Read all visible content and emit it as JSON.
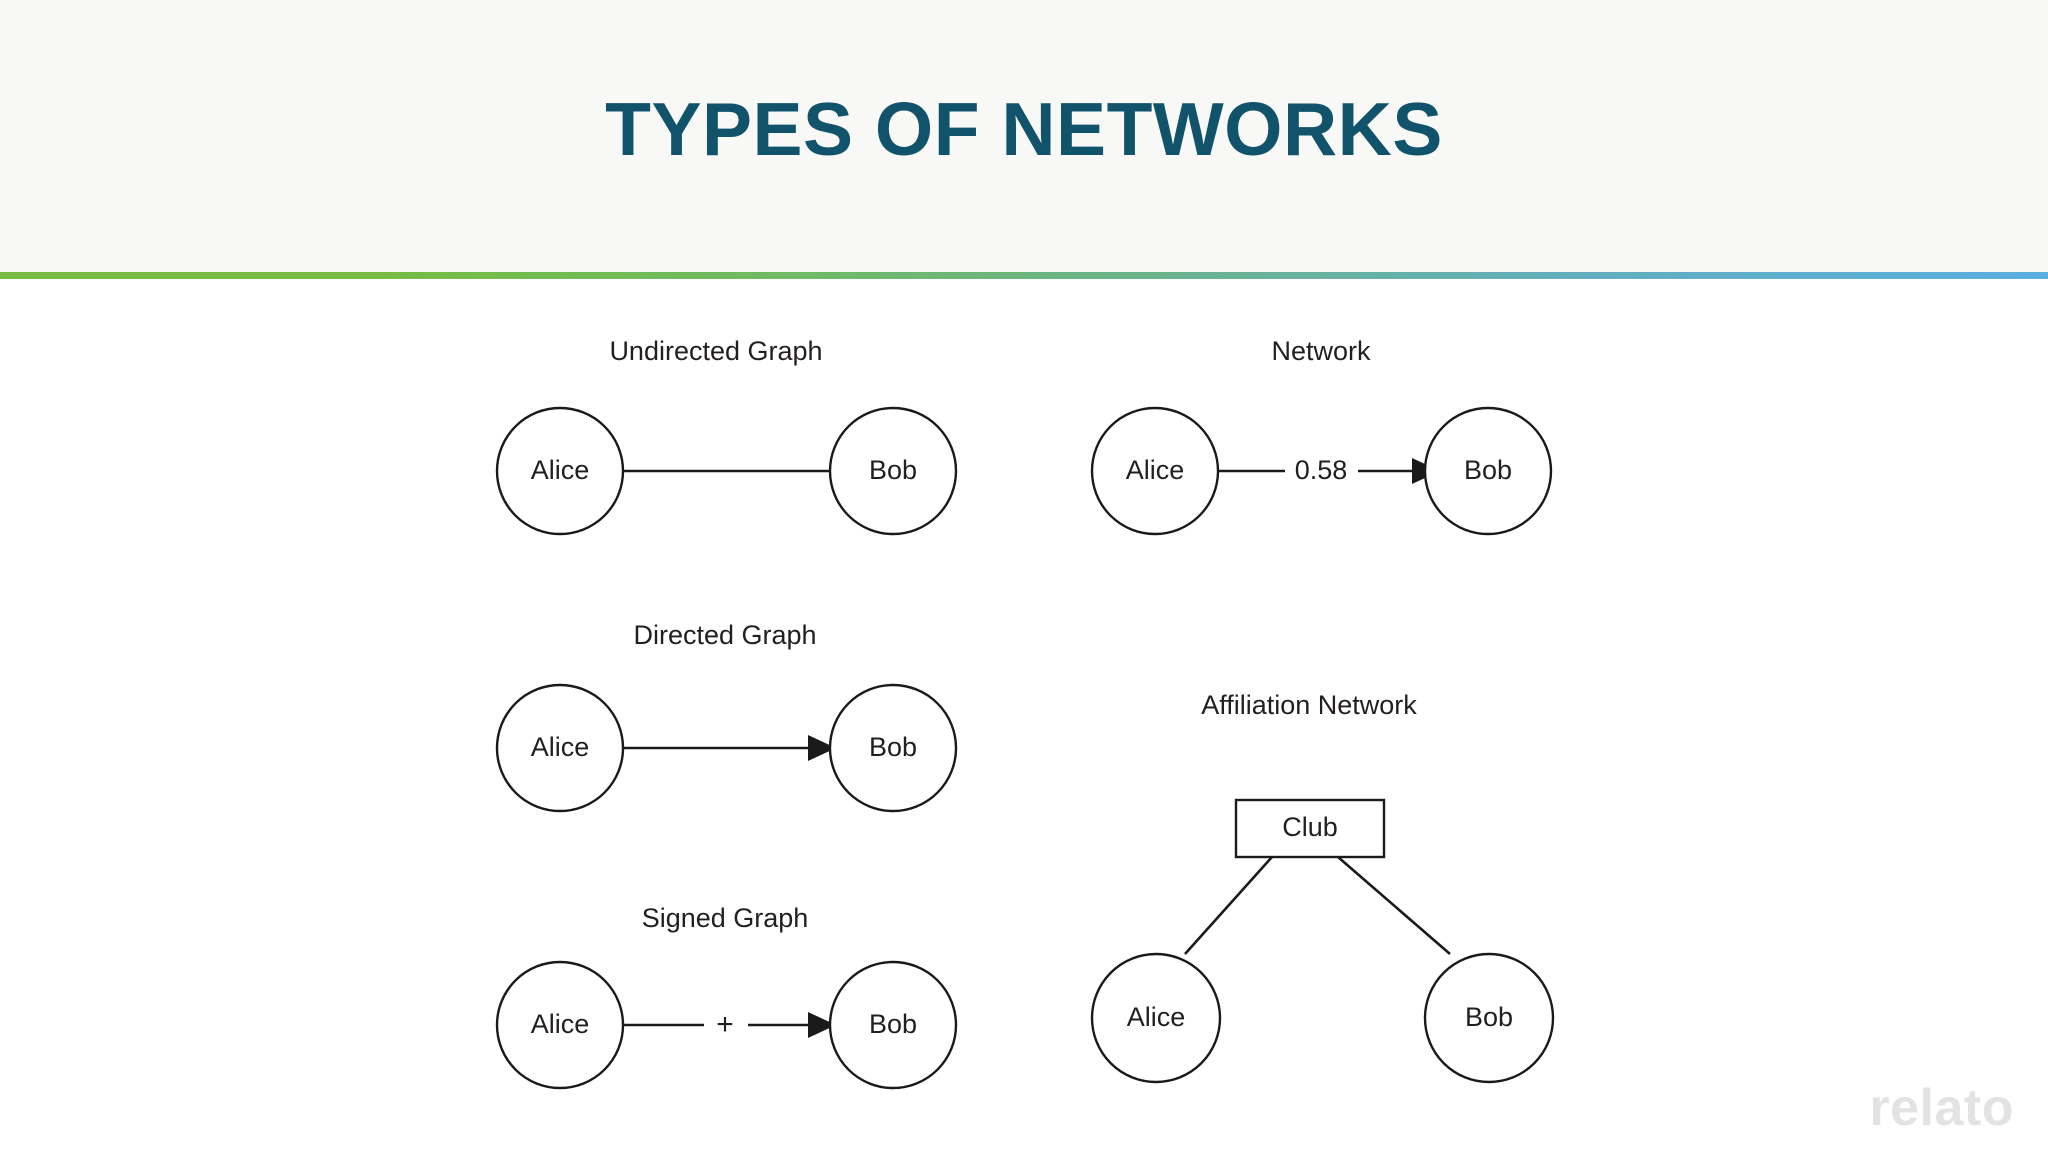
{
  "header": {
    "title": "TYPES OF NETWORKS",
    "title_color": "#11536b",
    "background_color": "#f8f8f7",
    "rule_gradient_start": "#76bc43",
    "rule_gradient_end": "#5aaee0"
  },
  "watermark": {
    "text": "relato",
    "color": "#e2e3e4"
  },
  "panels": [
    {
      "id": "undirected-graph",
      "title": "Undirected Graph",
      "nodes": [
        {
          "label": "Alice",
          "shape": "circle"
        },
        {
          "label": "Bob",
          "shape": "circle"
        }
      ],
      "edge": {
        "directed": false,
        "label": ""
      }
    },
    {
      "id": "directed-graph",
      "title": "Directed Graph",
      "nodes": [
        {
          "label": "Alice",
          "shape": "circle"
        },
        {
          "label": "Bob",
          "shape": "circle"
        }
      ],
      "edge": {
        "directed": true,
        "label": ""
      }
    },
    {
      "id": "signed-graph",
      "title": "Signed Graph",
      "nodes": [
        {
          "label": "Alice",
          "shape": "circle"
        },
        {
          "label": "Bob",
          "shape": "circle"
        }
      ],
      "edge": {
        "directed": true,
        "label": "+"
      }
    },
    {
      "id": "network",
      "title": "Network",
      "nodes": [
        {
          "label": "Alice",
          "shape": "circle"
        },
        {
          "label": "Bob",
          "shape": "circle"
        }
      ],
      "edge": {
        "directed": true,
        "label": "0.58"
      }
    },
    {
      "id": "affiliation-network",
      "title": "Affiliation Network",
      "nodes": [
        {
          "label": "Club",
          "shape": "rectangle"
        },
        {
          "label": "Alice",
          "shape": "circle"
        },
        {
          "label": "Bob",
          "shape": "circle"
        }
      ],
      "edge": {
        "directed": false,
        "label": ""
      }
    }
  ]
}
